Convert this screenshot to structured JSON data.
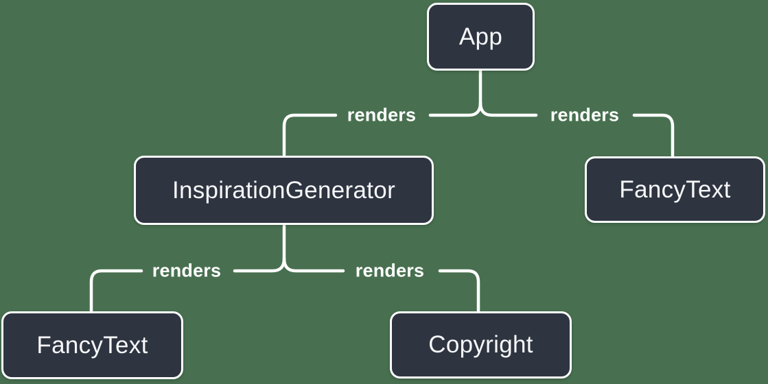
{
  "colors": {
    "background": "#487050",
    "node_fill": "#2e3440",
    "node_border": "#ffffff",
    "connector": "#ffffff",
    "node_text": "#f6f7f9",
    "edge_label_text": "#ffffff"
  },
  "diagram": {
    "type": "component-render-tree",
    "nodes": [
      {
        "id": "app",
        "label": "App"
      },
      {
        "id": "inspiration-generator",
        "label": "InspirationGenerator"
      },
      {
        "id": "fancy-text-top",
        "label": "FancyText"
      },
      {
        "id": "fancy-text-bottom",
        "label": "FancyText"
      },
      {
        "id": "copyright",
        "label": "Copyright"
      }
    ],
    "edges": [
      {
        "from": "App",
        "to": "InspirationGenerator",
        "label": "renders"
      },
      {
        "from": "App",
        "to": "FancyText",
        "label": "renders"
      },
      {
        "from": "InspirationGenerator",
        "to": "FancyText",
        "label": "renders"
      },
      {
        "from": "InspirationGenerator",
        "to": "Copyright",
        "label": "renders"
      }
    ]
  }
}
